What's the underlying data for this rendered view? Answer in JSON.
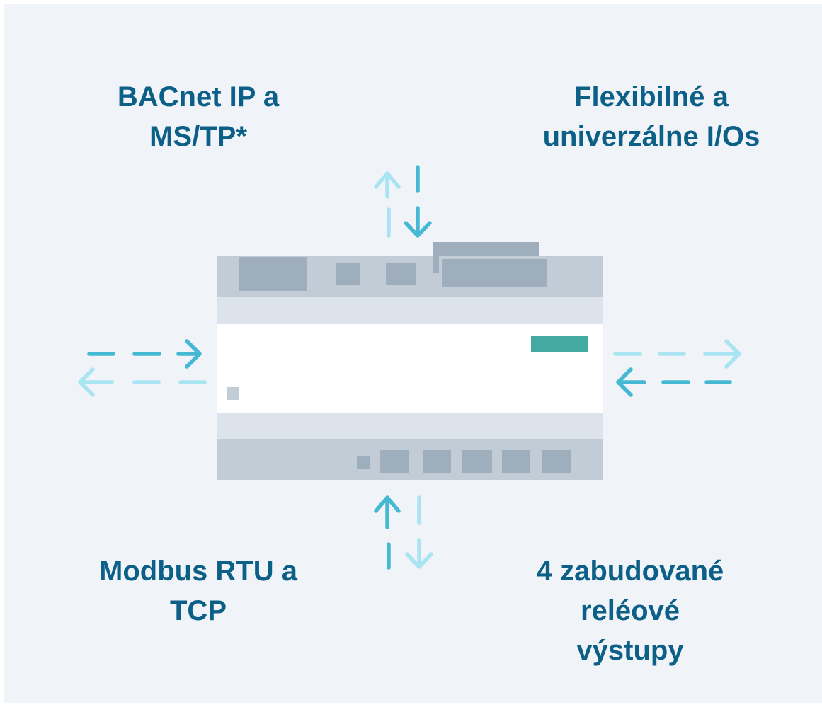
{
  "labels": {
    "top_left": [
      "BACnet IP a",
      "MS/TP*"
    ],
    "top_right": [
      "Flexibilné a",
      "univerzálne I/Os"
    ],
    "bottom_left": [
      "Modbus RTU a",
      "TCP"
    ],
    "bottom_right": [
      "4 zabudované",
      "reléové",
      "výstupy"
    ]
  },
  "colors": {
    "background": "#f0f3f7",
    "text": "#0c5f86",
    "arrow_dark": "#45b9d3",
    "arrow_light": "#a9e4f3",
    "device_rail": "#c1ccd7",
    "device_band": "#dde3ea",
    "device_port": "#9eaebd",
    "device_face": "#ffffff",
    "status_led": "#43aaa1"
  }
}
